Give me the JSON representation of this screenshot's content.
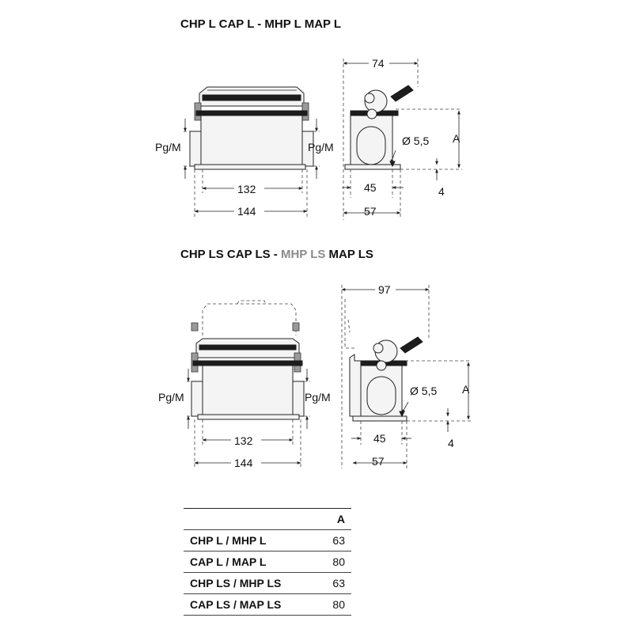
{
  "titles": {
    "top": "CHP L  CAP L - MHP L  MAP L",
    "bottom_a": "CHP LS  CAP LS - ",
    "bottom_b": "MHP LS",
    "bottom_c": "  MAP LS"
  },
  "top_drawing": {
    "pg_left": "Pg/M",
    "pg_right": "Pg/M",
    "width_inner": "132",
    "width_outer": "144",
    "side_width_top": "74",
    "hole": "Ø 5,5",
    "height_label": "A",
    "base_width": "45",
    "foot_width": "57",
    "foot_height": "4"
  },
  "bottom_drawing": {
    "pg_left": "Pg/M",
    "pg_right": "Pg/M",
    "width_inner": "132",
    "width_outer": "144",
    "side_width_top": "97",
    "hole": "Ø 5,5",
    "height_label": "A",
    "base_width": "45",
    "foot_width": "57",
    "foot_height": "4"
  },
  "colors": {
    "highlight_grey": "#8a8a8a",
    "line": "#222222"
  },
  "table": {
    "header": "A",
    "rows": [
      {
        "label": "CHP L / MHP L",
        "value": "63"
      },
      {
        "label": "CAP L / MAP L",
        "value": "80"
      },
      {
        "label": "CHP LS / MHP LS",
        "value": "63"
      },
      {
        "label": "CAP LS / MAP LS",
        "value": "80"
      }
    ]
  }
}
